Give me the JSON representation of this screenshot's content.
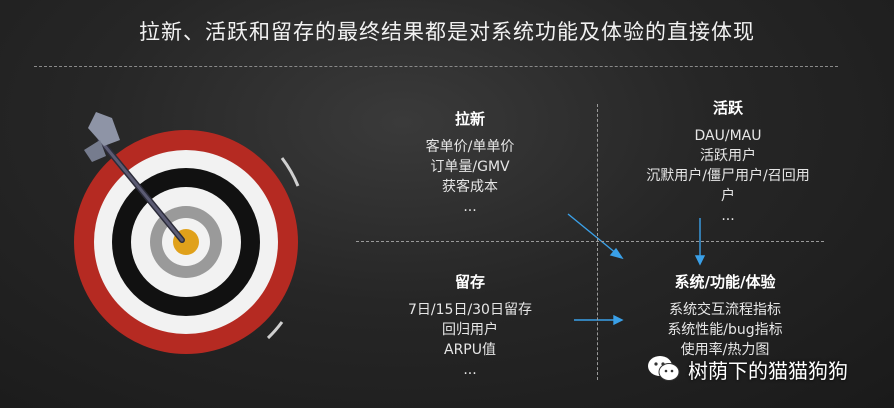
{
  "title": "拉新、活跃和留存的最终结果都是对系统功能及体验的直接体现",
  "quadrants": {
    "acquisition": {
      "heading": "拉新",
      "lines": [
        "客单价/单单价",
        "订单量/GMV",
        "获客成本",
        "..."
      ]
    },
    "activity": {
      "heading": "活跃",
      "lines": [
        "DAU/MAU",
        "活跃用户",
        "沉默用户/僵尸用户/召回用",
        "户",
        "..."
      ]
    },
    "retention": {
      "heading": "留存",
      "lines": [
        "7日/15日/30日留存",
        "回归用户",
        "ARPU值",
        "..."
      ]
    },
    "system": {
      "heading": "系统/功能/体验",
      "lines": [
        "系统交互流程指标",
        "系统性能/bug指标",
        "使用率/热力图"
      ]
    }
  },
  "watermark": {
    "text": "树荫下的猫猫狗狗",
    "icon": "wechat-icon"
  },
  "colors": {
    "background": "#262626",
    "target_red": "#b52a22",
    "target_black": "#111111",
    "target_gray": "#9a9a9a",
    "bullseye": "#e0a11b",
    "arrow_blue": "#3aa0e8"
  }
}
